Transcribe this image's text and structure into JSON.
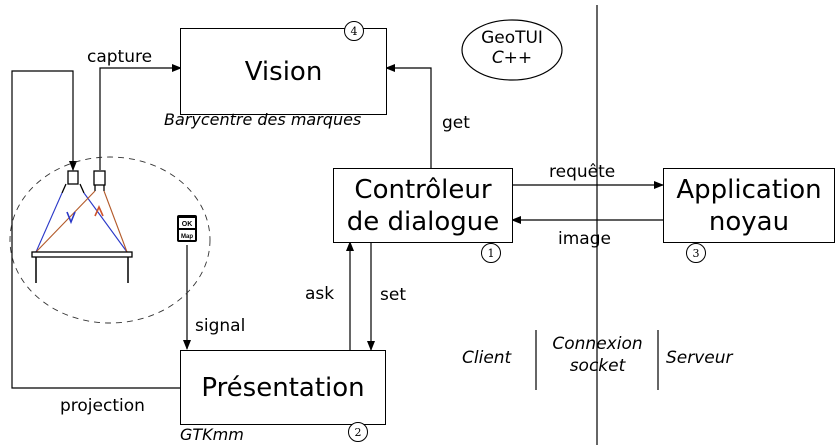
{
  "boxes": {
    "vision": "Vision",
    "controller_line1": "Contrôleur",
    "controller_line2": "de dialogue",
    "application_line1": "Application",
    "application_line2": "noyau",
    "presentation": "Présentation"
  },
  "numbers": {
    "vision": "4",
    "controller": "1",
    "presentation": "2",
    "application": "3"
  },
  "captions": {
    "vision": "Barycentre des marques",
    "presentation": "GTKmm"
  },
  "geotui": {
    "line1": "GeoTUI",
    "line2": "C++"
  },
  "arrows": {
    "capture": "capture",
    "get": "get",
    "requete": "requête",
    "image": "image",
    "ask": "ask",
    "set": "set",
    "signal": "signal",
    "projection": "projection"
  },
  "device_labels": {
    "ok": "OK",
    "map": "Map"
  },
  "legend": {
    "client": "Client",
    "connexion_line1": "Connexion",
    "connexion_line2": "socket",
    "serveur": "Serveur"
  }
}
